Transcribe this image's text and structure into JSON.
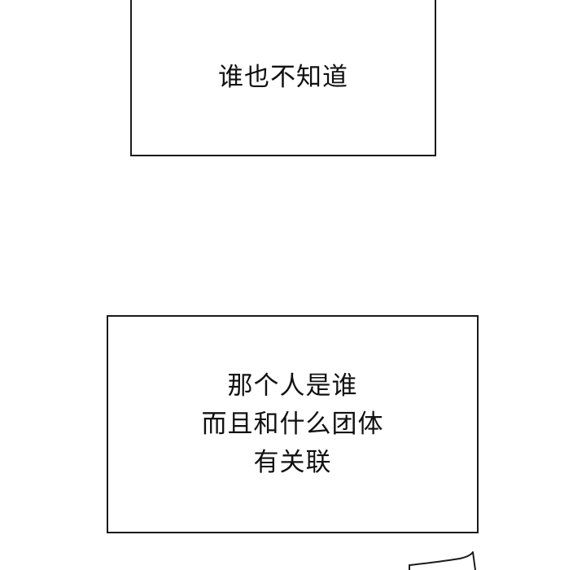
{
  "caption_1": {
    "lines": [
      "谁也不知道"
    ]
  },
  "caption_2": {
    "lines": [
      "那个人是谁",
      "而且和什么团体",
      "有关联"
    ]
  }
}
